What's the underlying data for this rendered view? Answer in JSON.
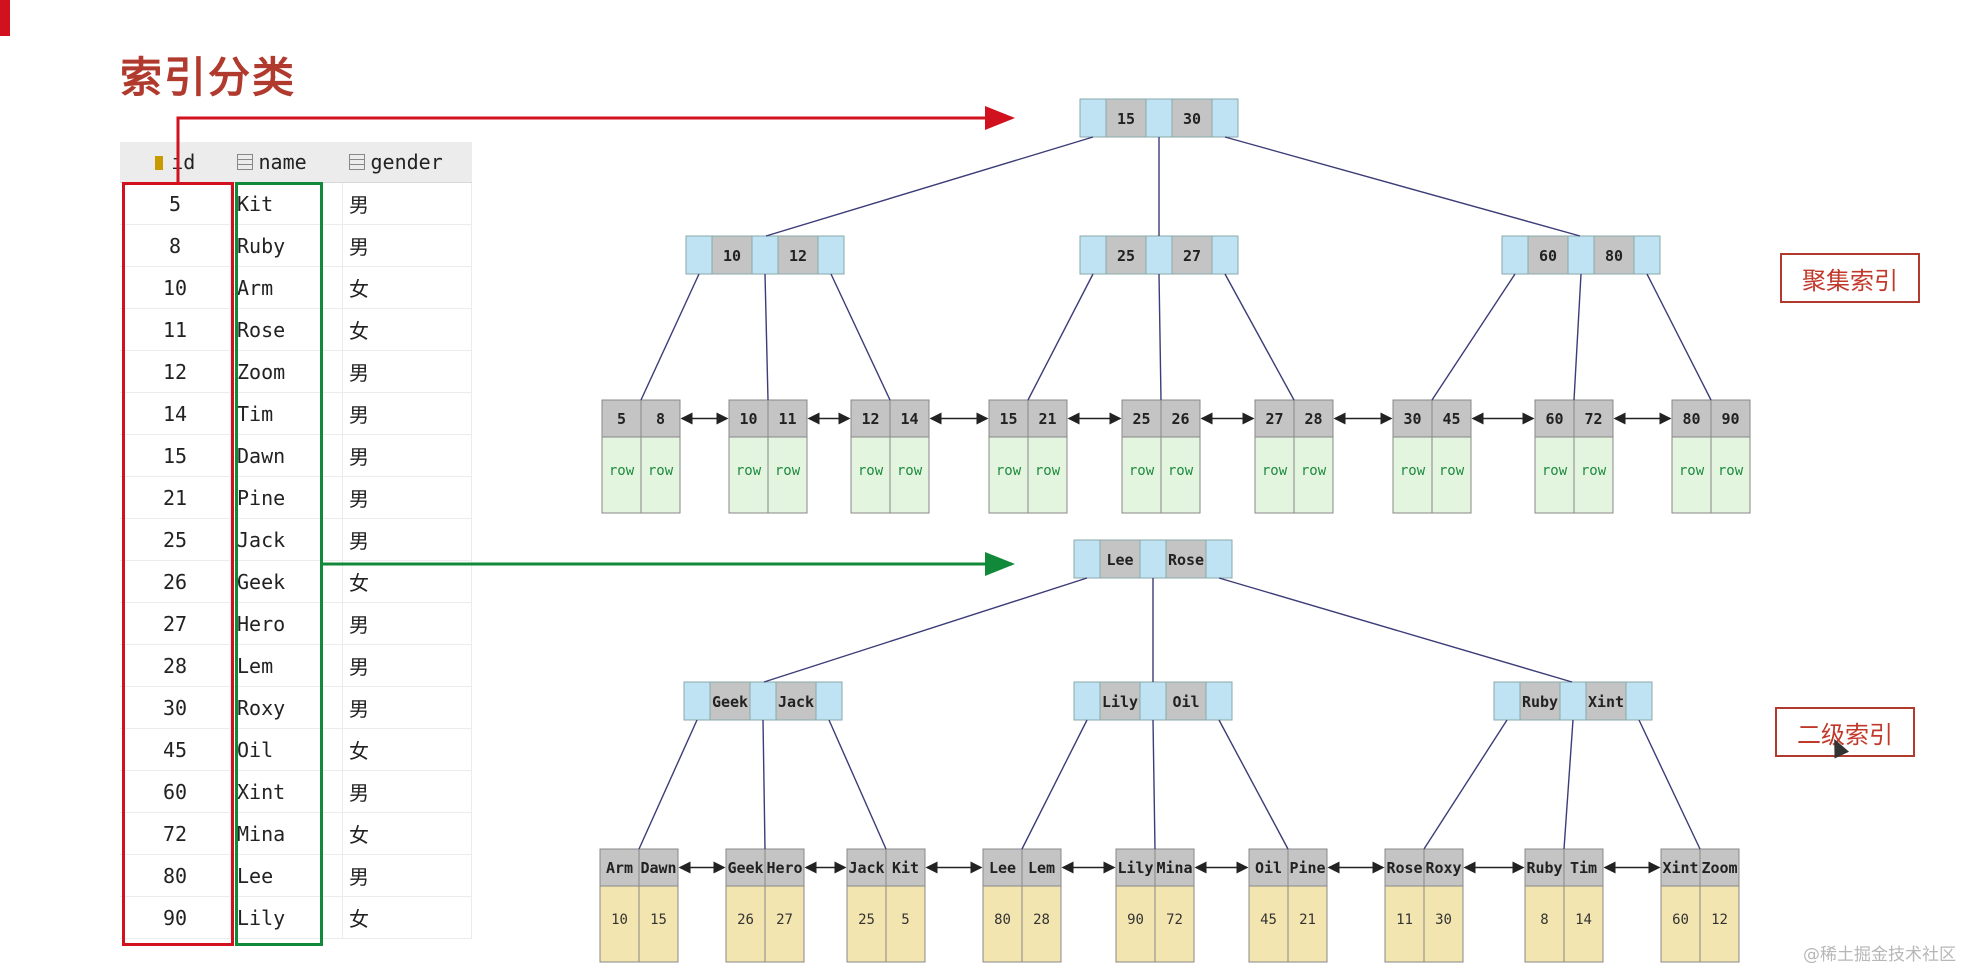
{
  "title": "索引分类",
  "table": {
    "headers": [
      "id",
      "name",
      "gender"
    ],
    "rows": [
      [
        "5",
        "Kit",
        "男"
      ],
      [
        "8",
        "Ruby",
        "男"
      ],
      [
        "10",
        "Arm",
        "女"
      ],
      [
        "11",
        "Rose",
        "女"
      ],
      [
        "12",
        "Zoom",
        "男"
      ],
      [
        "14",
        "Tim",
        "男"
      ],
      [
        "15",
        "Dawn",
        "男"
      ],
      [
        "21",
        "Pine",
        "男"
      ],
      [
        "25",
        "Jack",
        "男"
      ],
      [
        "26",
        "Geek",
        "女"
      ],
      [
        "27",
        "Hero",
        "男"
      ],
      [
        "28",
        "Lem",
        "男"
      ],
      [
        "30",
        "Roxy",
        "男"
      ],
      [
        "45",
        "Oil",
        "女"
      ],
      [
        "60",
        "Xint",
        "男"
      ],
      [
        "72",
        "Mina",
        "女"
      ],
      [
        "80",
        "Lee",
        "男"
      ],
      [
        "90",
        "Lily",
        "女"
      ]
    ]
  },
  "clustered_index": {
    "label": "聚集索引",
    "root": [
      "15",
      "30"
    ],
    "level2": [
      [
        "10",
        "12"
      ],
      [
        "25",
        "27"
      ],
      [
        "60",
        "80"
      ]
    ],
    "leaves": [
      [
        "5",
        "8"
      ],
      [
        "10",
        "11"
      ],
      [
        "12",
        "14"
      ],
      [
        "15",
        "21"
      ],
      [
        "25",
        "26"
      ],
      [
        "27",
        "28"
      ],
      [
        "30",
        "45"
      ],
      [
        "60",
        "72"
      ],
      [
        "80",
        "90"
      ]
    ],
    "leaf_value": "row"
  },
  "secondary_index": {
    "label": "二级索引",
    "root": [
      "Lee",
      "Rose"
    ],
    "level2": [
      [
        "Geek",
        "Jack"
      ],
      [
        "Lily",
        "Oil"
      ],
      [
        "Ruby",
        "Xint"
      ]
    ],
    "leaves": [
      {
        "keys": [
          "Arm",
          "Dawn"
        ],
        "ids": [
          "10",
          "15"
        ]
      },
      {
        "keys": [
          "Geek",
          "Hero"
        ],
        "ids": [
          "26",
          "27"
        ]
      },
      {
        "keys": [
          "Jack",
          "Kit"
        ],
        "ids": [
          "25",
          "5"
        ]
      },
      {
        "keys": [
          "Lee",
          "Lem"
        ],
        "ids": [
          "80",
          "28"
        ]
      },
      {
        "keys": [
          "Lily",
          "Mina"
        ],
        "ids": [
          "90",
          "72"
        ]
      },
      {
        "keys": [
          "Oil",
          "Pine"
        ],
        "ids": [
          "45",
          "21"
        ]
      },
      {
        "keys": [
          "Rose",
          "Roxy"
        ],
        "ids": [
          "11",
          "30"
        ]
      },
      {
        "keys": [
          "Ruby",
          "Tim"
        ],
        "ids": [
          "8",
          "14"
        ]
      },
      {
        "keys": [
          "Xint",
          "Zoom"
        ],
        "ids": [
          "60",
          "12"
        ]
      }
    ]
  },
  "watermark": "@稀土掘金技术社区",
  "colors": {
    "accent_red": "#d1111d",
    "accent_green": "#108a3a",
    "pointer_cell": "#bfe3f2",
    "key_cell": "#c4c4c4",
    "row_cell": "#e3f5df",
    "id_cell": "#f3e5b0",
    "edge": "#3c3c78"
  }
}
